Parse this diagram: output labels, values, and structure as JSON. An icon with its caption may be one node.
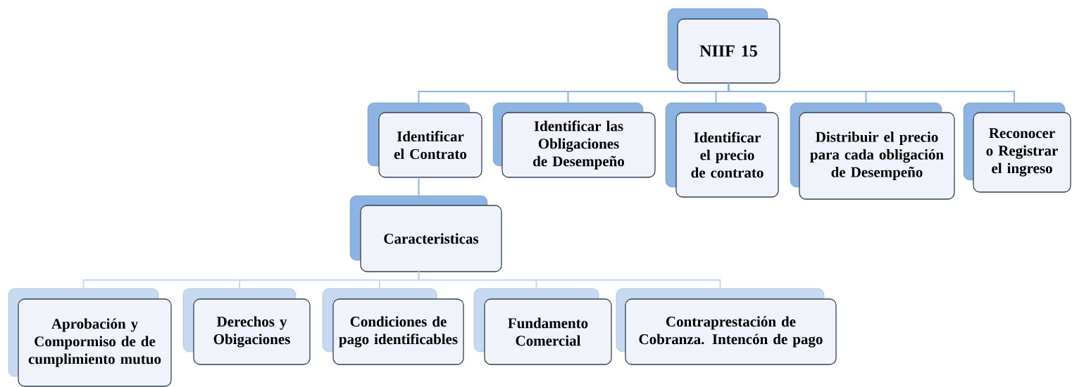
{
  "diagram": {
    "nodes": [
      {
        "text": [
          "NIIF 15"
        ]
      },
      {
        "text": [
          "Identificar el Contrato"
        ]
      },
      {
        "text": [
          "Identificar las Obligaciones de Desempeño"
        ]
      },
      {
        "text": [
          "Identificar el precio de contrato"
        ]
      },
      {
        "text": [
          "Distribuir el precio para cada obligación de Desempeño"
        ]
      },
      {
        "text": [
          "Reconocer o Registrar el ingreso"
        ]
      },
      {
        "text": [
          "Caracteristicas"
        ]
      },
      {
        "text": [
          "Aprobación y Compormiso de de cumplimiento mutuo"
        ]
      },
      {
        "text": [
          "Derechos y Obigaciones"
        ]
      },
      {
        "text": [
          "Condiciones de pago identificables"
        ]
      },
      {
        "text": [
          "Fundamento Comercial"
        ]
      },
      {
        "text": [
          "Contraprestación de Cobranza. Intencón de pago"
        ]
      }
    ],
    "edges": [
      {
        "from": 0,
        "to": 1,
        "arrow": "none"
      },
      {
        "from": 0,
        "to": 2,
        "arrow": "none"
      },
      {
        "from": 0,
        "to": 3,
        "arrow": "none"
      },
      {
        "from": 0,
        "to": 4,
        "arrow": "none"
      },
      {
        "from": 0,
        "to": 5,
        "arrow": "none"
      },
      {
        "from": 1,
        "to": 6,
        "arrow": "none"
      },
      {
        "from": 6,
        "to": 7,
        "arrow": "none",
        "color": "#c6d9f1"
      },
      {
        "from": 6,
        "to": 8,
        "arrow": "none",
        "color": "#c6d9f1"
      },
      {
        "from": 6,
        "to": 9,
        "arrow": "none",
        "color": "#c6d9f1"
      },
      {
        "from": 6,
        "to": 10,
        "arrow": "none",
        "color": "#c6d9f1"
      },
      {
        "from": 6,
        "to": 11,
        "arrow": "none",
        "color": "#c6d9f1"
      }
    ]
  }
}
